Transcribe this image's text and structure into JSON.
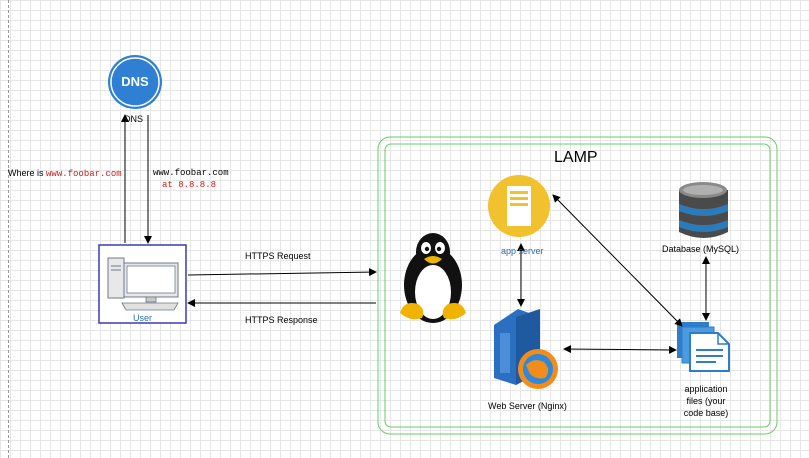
{
  "diagram": {
    "dns_icon_text": "DNS",
    "dns_label": "DNS",
    "where_is_prefix": "Where is ",
    "where_is_domain": "www.foobar.com",
    "answer_domain": "www.foobar.com",
    "answer_ip": "at 8.8.8.8",
    "user_label": "User",
    "https_request": "HTTPS Request",
    "https_response": "HTTPS Response",
    "lamp_title": "LAMP",
    "app_server_label": "app server",
    "database_label": "Database (MySQL)",
    "web_server_label": "Web Server (Nginx)",
    "app_files_line1": "application",
    "app_files_line2": "files (your",
    "app_files_line3": "code base)"
  },
  "colors": {
    "dns_blue": "#2f80d3",
    "user_border": "#3b3bb3",
    "app_server_yellow": "#f2c12e",
    "lamp_green": "#66cc66",
    "link_blue": "#2a6fb0",
    "red_mono": "#d11a1a"
  },
  "icons": [
    "dns-icon",
    "computer-icon",
    "linux-penguin-icon",
    "app-server-icon",
    "database-icon",
    "web-server-icon",
    "files-icon"
  ]
}
